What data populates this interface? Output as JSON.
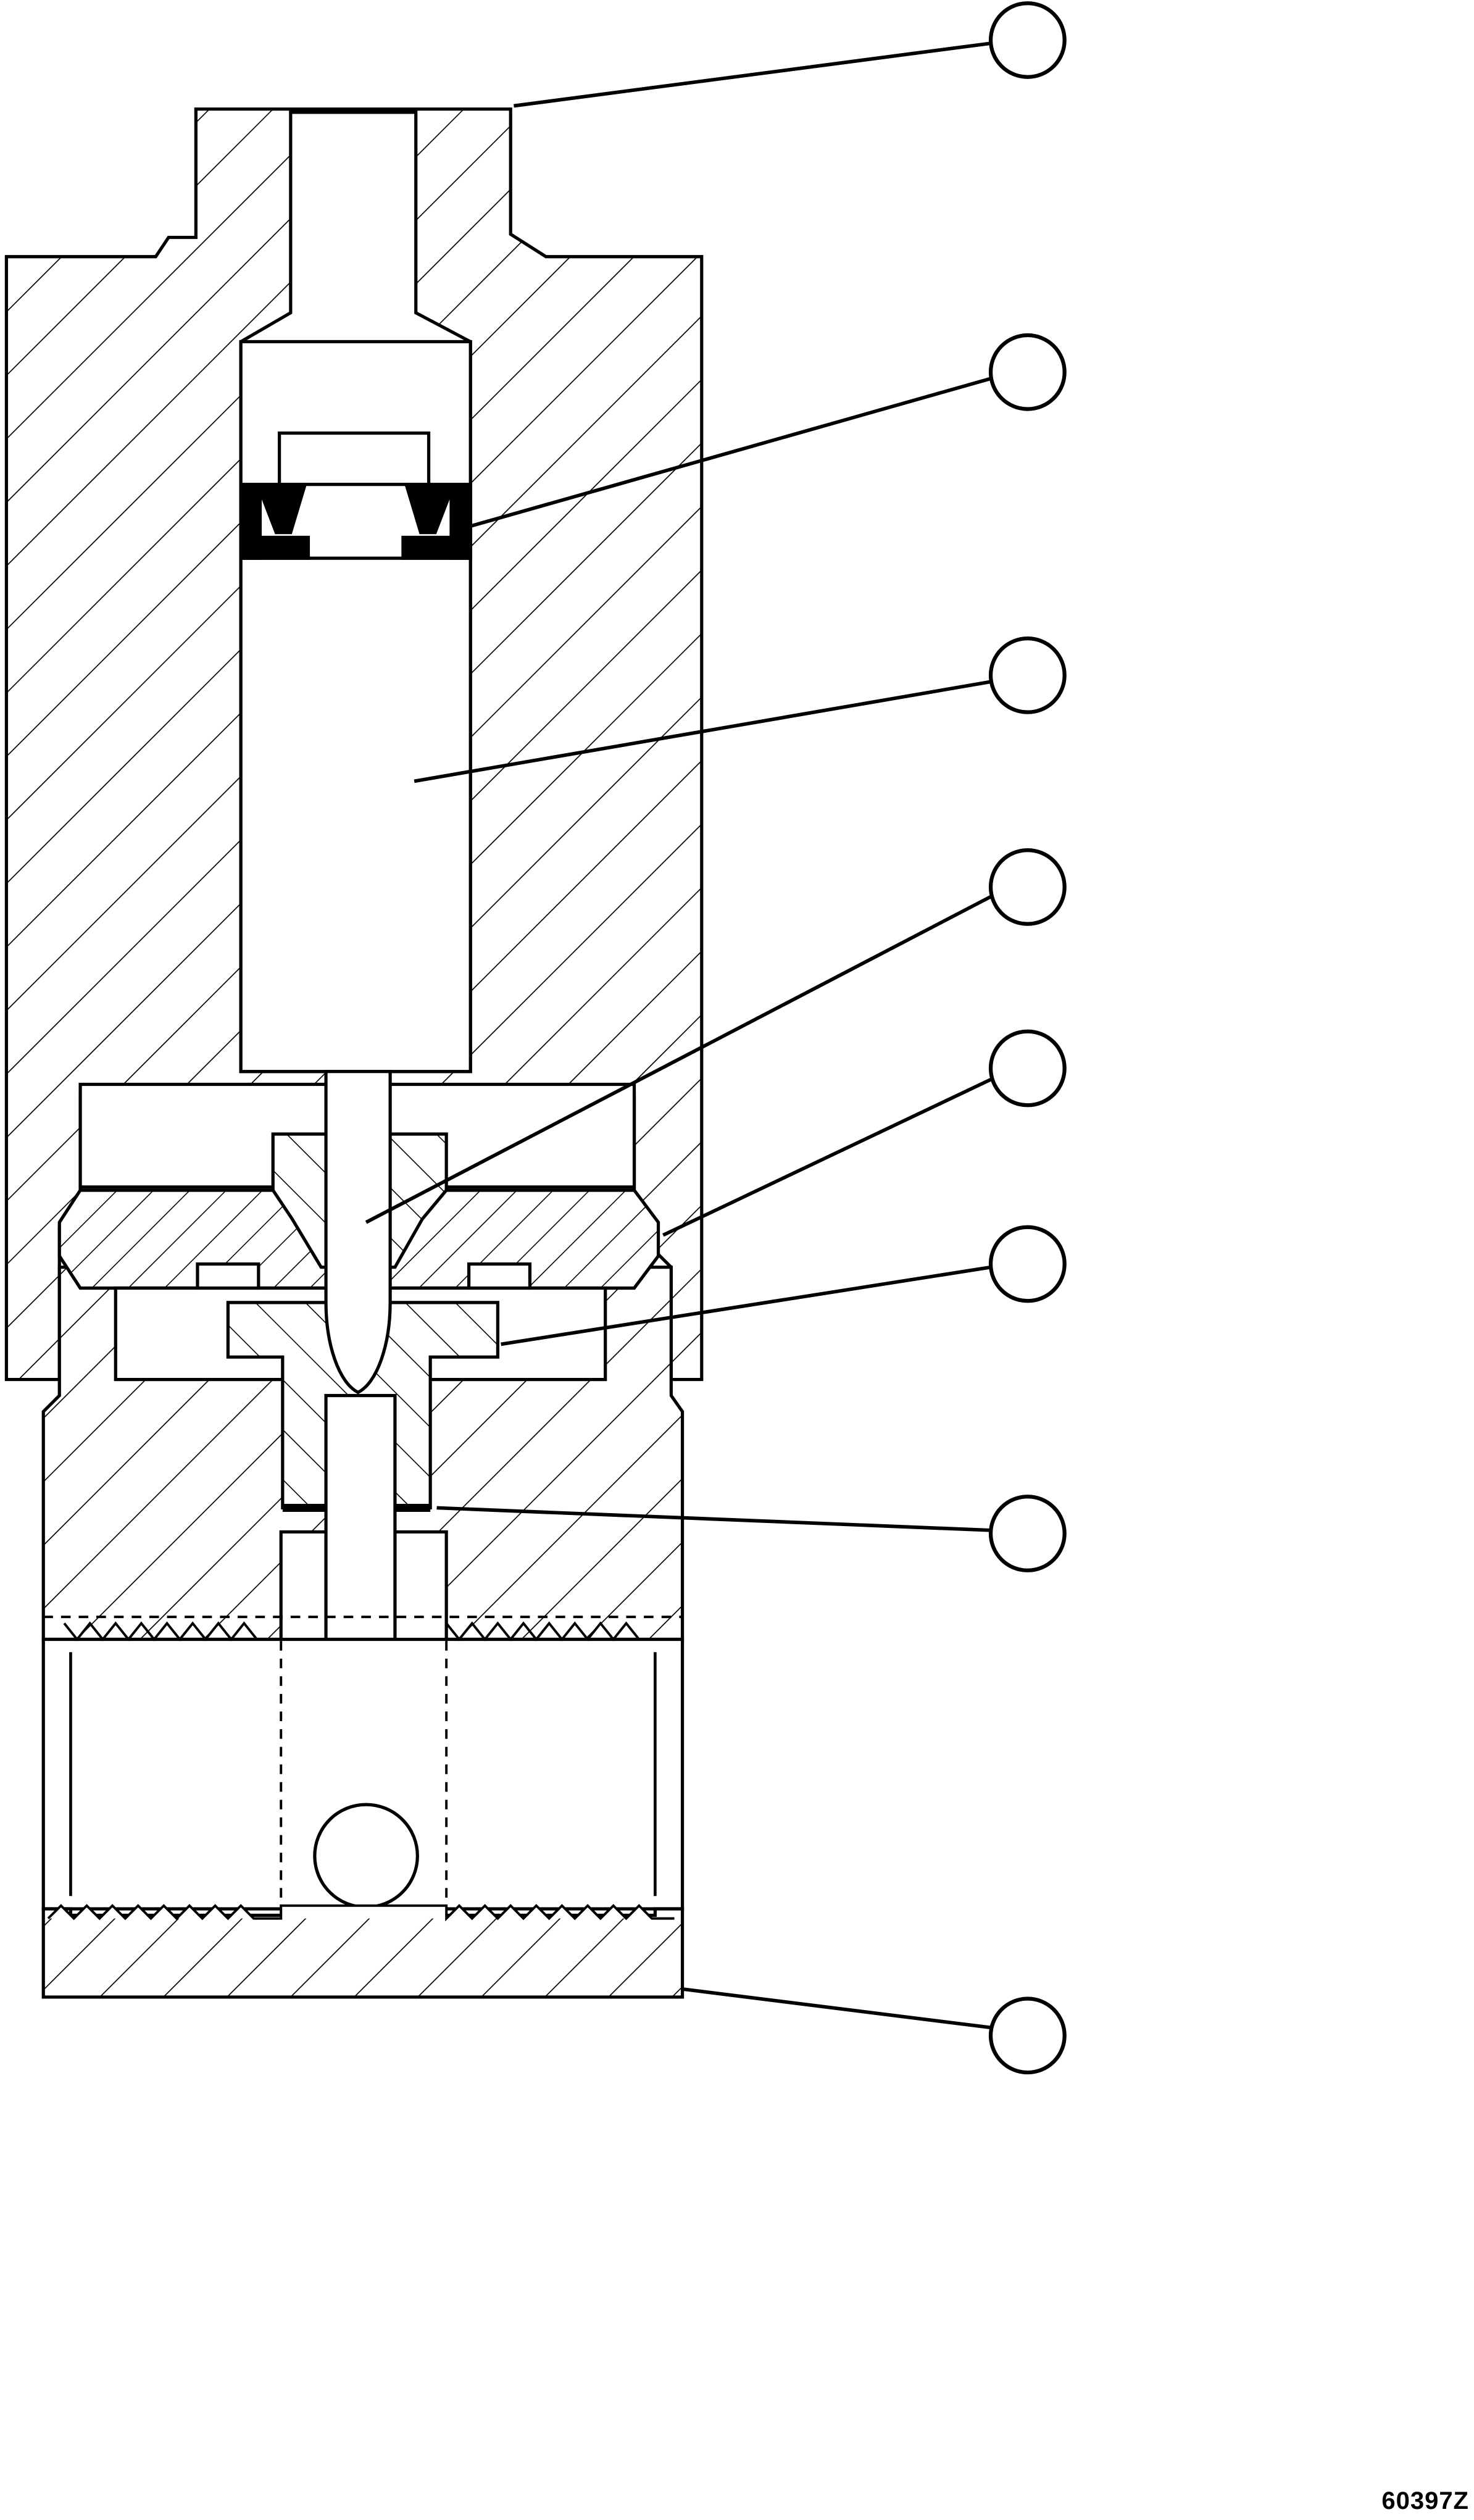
{
  "figure": {
    "code": "60397Z",
    "callouts": [
      {
        "name": "callout-1"
      },
      {
        "name": "callout-2"
      },
      {
        "name": "callout-3"
      },
      {
        "name": "callout-4"
      },
      {
        "name": "callout-5"
      },
      {
        "name": "callout-6"
      },
      {
        "name": "callout-7"
      },
      {
        "name": "callout-8"
      }
    ]
  },
  "colors": {
    "line": "#000000",
    "background": "#ffffff"
  }
}
